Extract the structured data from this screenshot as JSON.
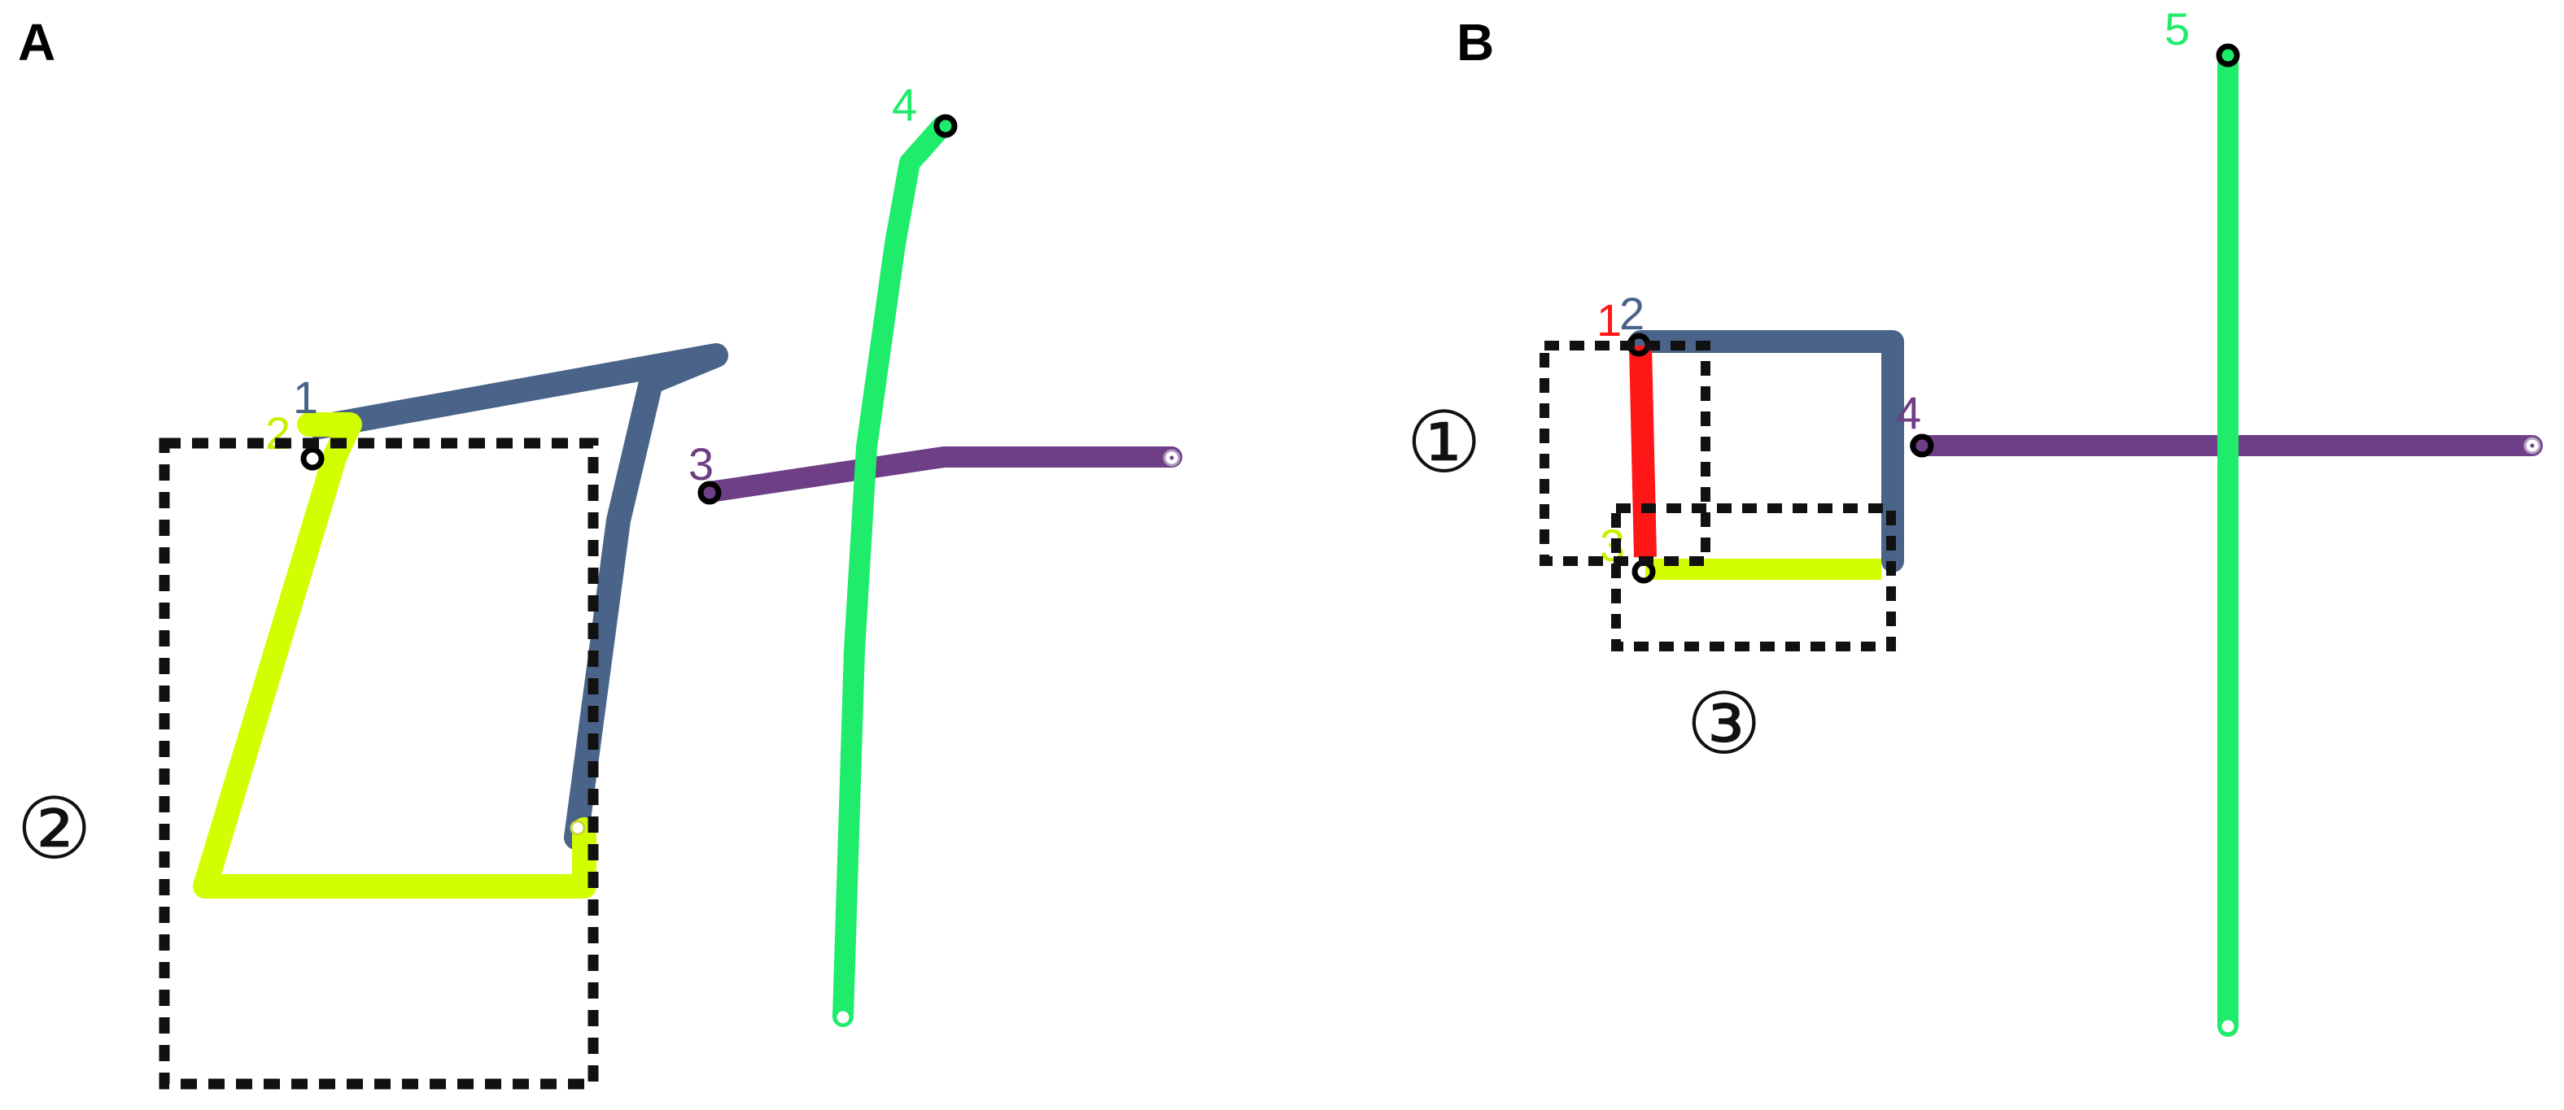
{
  "panels": {
    "a": {
      "label": "A",
      "stroke_numbers": {
        "s1": "1",
        "s2": "2",
        "s3": "3",
        "s4": "4"
      },
      "region_marker": "②"
    },
    "b": {
      "label": "B",
      "stroke_numbers": {
        "s1": "1",
        "s2": "2",
        "s3": "3",
        "s4": "4",
        "s5": "5"
      },
      "region_markers": {
        "r1": "①",
        "r3": "③"
      }
    }
  },
  "colors": {
    "stroke_1_slate": "#4a6388",
    "stroke_2_lime": "#d2ff00",
    "stroke_3_purple": "#6e3f86",
    "stroke_4_green": "#1eec6a",
    "stroke_red": "#ff1616",
    "dashed_box": "#111111"
  }
}
